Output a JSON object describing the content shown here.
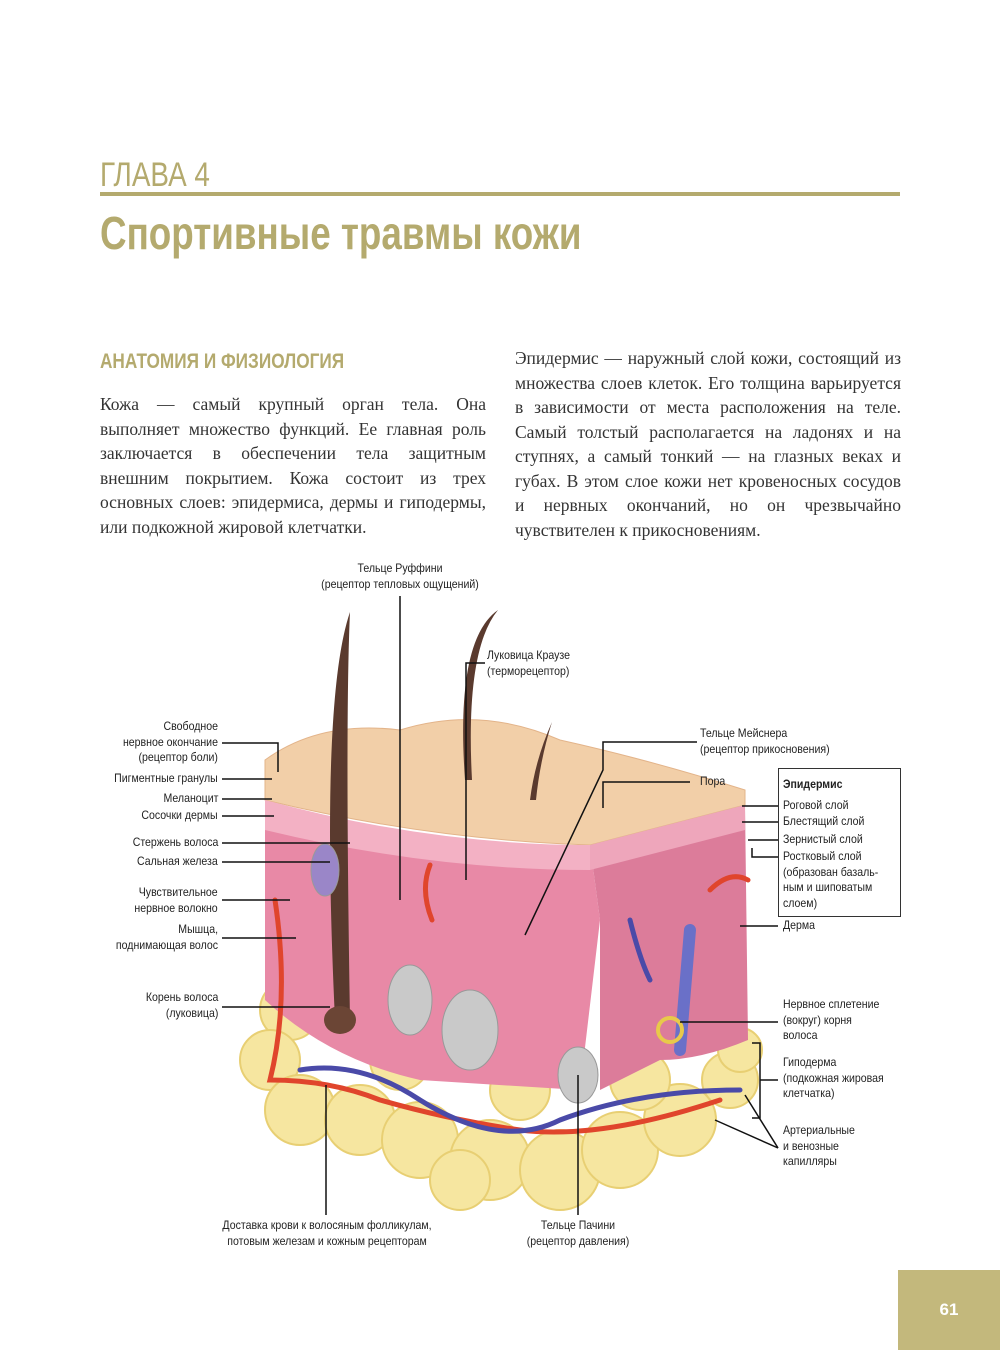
{
  "header": {
    "chapter": "ГЛАВА 4",
    "title": "Спортивные травмы кожи"
  },
  "section": {
    "heading": "АНАТОМИЯ И ФИЗИОЛОГИЯ"
  },
  "body": {
    "p1": "Кожа — самый крупный орган тела. Она выполняет множество функций. Ее главная роль заключается в обеспечении тела защитным внешним покрытием. Кожа состоит из трех основных слоев: эпидермиса, дермы и гиподермы, или подкожной жировой клетчатки.",
    "p2": "Эпидермис — наружный слой кожи, состоящий из множества слоев клеток. Его толщина варьируется в зависимости от места расположения на теле. Самый толстый располагается на ладонях и на ступнях, а самый тонкий — на глазных веках и губах. В этом слое кожи нет кровеносных сосудов и нервных окончаний, но он чрезвычайно чувствителен к прикосновениям."
  },
  "figure": {
    "left_labels": [
      "Свободное\nнервное окончание\n(рецептор боли)",
      "Пигментные гранулы",
      "Меланоцит",
      "Сосочки дермы",
      "Стержень волоса",
      "Сальная железа",
      "Чувствительное\nнервное волокно",
      "Мышца,\nподнимающая волос",
      "Корень волоса\n(луковица)"
    ],
    "top_labels": {
      "ruffini": "Тельце Руффини\n(рецептор тепловых ощущений)",
      "krause": "Луковица Краузе\n(терморецептор)",
      "meissner": "Тельце Мейснера\n(рецептор прикосновения)",
      "pore": "Пора"
    },
    "epidermis_box": {
      "title": "Эпидермис",
      "layers": [
        "Роговой слой",
        "Блестящий слой",
        "Зернистый слой",
        "Ростковый слой\n(образован базаль-\nным и шиповатым\nслоем)"
      ]
    },
    "right_labels": [
      "Дерма",
      "Нервное сплетение\n(вокруг) корня\nволоса",
      "Гиподерма\n(подкожная жировая\nклетчатка)",
      "Артериальные\nи венозные\nкапилляры"
    ],
    "bottom_labels": {
      "blood": "Доставка крови к волосяным фолликулам,\nпотовым железам и кожным рецепторам",
      "pacini": "Тельце Пачини\n(рецептор давления)"
    }
  },
  "page_number": "61",
  "colors": {
    "accent": "#b4aa6e",
    "skin": "#e889a6",
    "fat": "#f6e6a0",
    "artery": "#e0452c",
    "vein": "#4a4aa8"
  }
}
